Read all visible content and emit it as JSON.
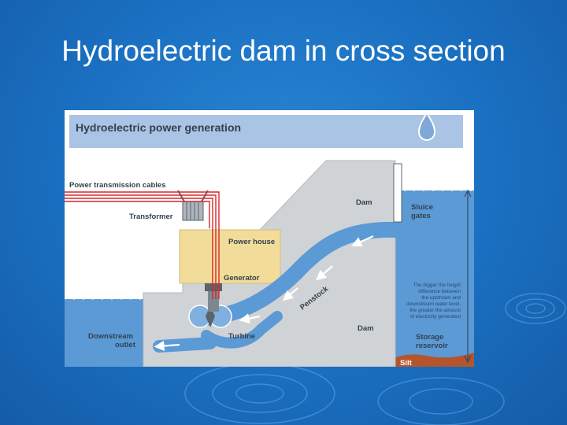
{
  "slide": {
    "title": "Hydroelectric dam in cross section"
  },
  "diagram": {
    "banner_title": "Hydroelectric power generation",
    "labels": {
      "power_cables": "Power transmission cables",
      "transformer": "Transformer",
      "dam_top": "Dam",
      "sluice_1": "Sluice",
      "sluice_2": "gates",
      "power_house": "Power house",
      "generator": "Generator",
      "penstock": "Penstock",
      "dam_bottom": "Dam",
      "downstream_1": "Downstream",
      "downstream_2": "outlet",
      "turbine": "Turbine",
      "reservoir_1": "Storage",
      "reservoir_2": "reservoir",
      "silt": "Silt"
    },
    "note_lines": [
      "The bigger the height",
      "difference between",
      "the upstream and",
      "downstream water level,",
      "the greater the amount",
      "of electricity generated"
    ]
  },
  "colors": {
    "background": "#1a6fc0",
    "water": "#5b9ad5",
    "dam": "#cfd3d6",
    "power_house": "#f2dc9a",
    "cables": "#d9262b"
  }
}
